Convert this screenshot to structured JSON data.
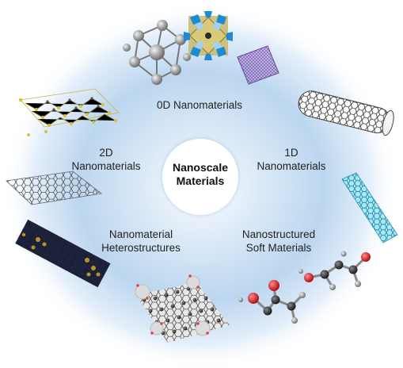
{
  "center": {
    "line1": "Nanoscale",
    "line2": "Materials"
  },
  "categories": {
    "zero_d": {
      "line1": "0D Nanomaterials"
    },
    "one_d": {
      "line1": "1D",
      "line2": "Nanomaterials"
    },
    "two_d": {
      "line1": "2D",
      "line2": "Nanomaterials"
    },
    "hetero": {
      "line1": "Nanomaterial",
      "line2": "Heterostructures"
    },
    "soft": {
      "line1": "Nanostructured",
      "line2": "Soft Materials"
    }
  },
  "colors": {
    "glow": "#bcd6ef",
    "carbon": "#4a4a4a",
    "sulfur": "#c9b43a",
    "oxygen": "#d42a2a",
    "nanotube_blue": "#2ea6c7",
    "crystal_purple": "#8b5cb8"
  }
}
